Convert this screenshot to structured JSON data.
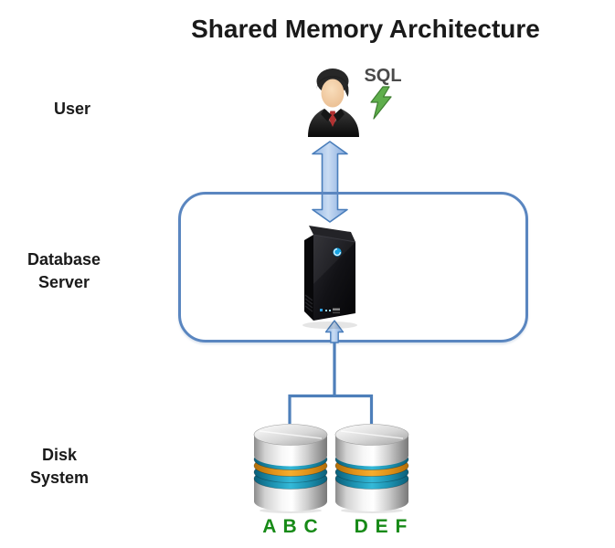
{
  "title": "Shared Memory Architecture",
  "left_labels": {
    "user": "User",
    "database_line1": "Database",
    "database_line2": "Server",
    "disk_line1": "Disk",
    "disk_line2": "System"
  },
  "sql_badge": {
    "text": "SQL",
    "icon": "lightning-bolt-icon"
  },
  "icons": {
    "user": "business-user-icon",
    "server": "server-tower-icon",
    "disk": "database-cylinder-icon",
    "arrow": "double-headed-arrow-icon"
  },
  "disks": [
    {
      "label": "A B C"
    },
    {
      "label": "D E F"
    }
  ],
  "colors": {
    "connector_blue": "#4E7FBA",
    "box_border_blue": "#5A86C0",
    "arrow_fill_light": "#C9DCF3",
    "label_green": "#178A17",
    "disk_ring_teal": "#1C91B0",
    "disk_ring_orange": "#E09118",
    "sql_text_gray": "#4A4A4A",
    "bolt_green": "#5FAE4C",
    "title_black": "#1A1A1A"
  }
}
